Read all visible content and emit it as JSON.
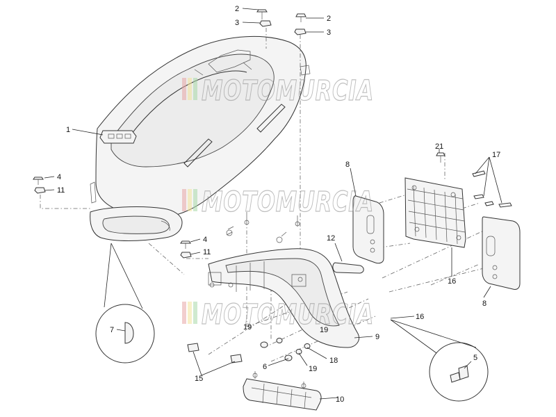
{
  "watermark": {
    "text": "MOTOMURCIA",
    "colors": [
      "#e8a5a5",
      "#f2e39a",
      "#a8d8a8"
    ]
  },
  "callouts": [
    {
      "id": "c1",
      "text": "1"
    },
    {
      "id": "c2a",
      "text": "2"
    },
    {
      "id": "c2b",
      "text": "2"
    },
    {
      "id": "c3a",
      "text": "3"
    },
    {
      "id": "c3b",
      "text": "3"
    },
    {
      "id": "c4a",
      "text": "4"
    },
    {
      "id": "c4b",
      "text": "4"
    },
    {
      "id": "c5",
      "text": "5"
    },
    {
      "id": "c6",
      "text": "6"
    },
    {
      "id": "c7",
      "text": "7"
    },
    {
      "id": "c8a",
      "text": "8"
    },
    {
      "id": "c8b",
      "text": "8"
    },
    {
      "id": "c9",
      "text": "9"
    },
    {
      "id": "c10",
      "text": "10"
    },
    {
      "id": "c11a",
      "text": "11"
    },
    {
      "id": "c11b",
      "text": "11"
    },
    {
      "id": "c12",
      "text": "12"
    },
    {
      "id": "c15",
      "text": "15"
    },
    {
      "id": "c16a",
      "text": "16"
    },
    {
      "id": "c16b",
      "text": "16"
    },
    {
      "id": "c17",
      "text": "17"
    },
    {
      "id": "c18",
      "text": "18"
    },
    {
      "id": "c19a",
      "text": "19"
    },
    {
      "id": "c19b",
      "text": "19"
    },
    {
      "id": "c19c",
      "text": "19"
    },
    {
      "id": "c21",
      "text": "21"
    }
  ]
}
